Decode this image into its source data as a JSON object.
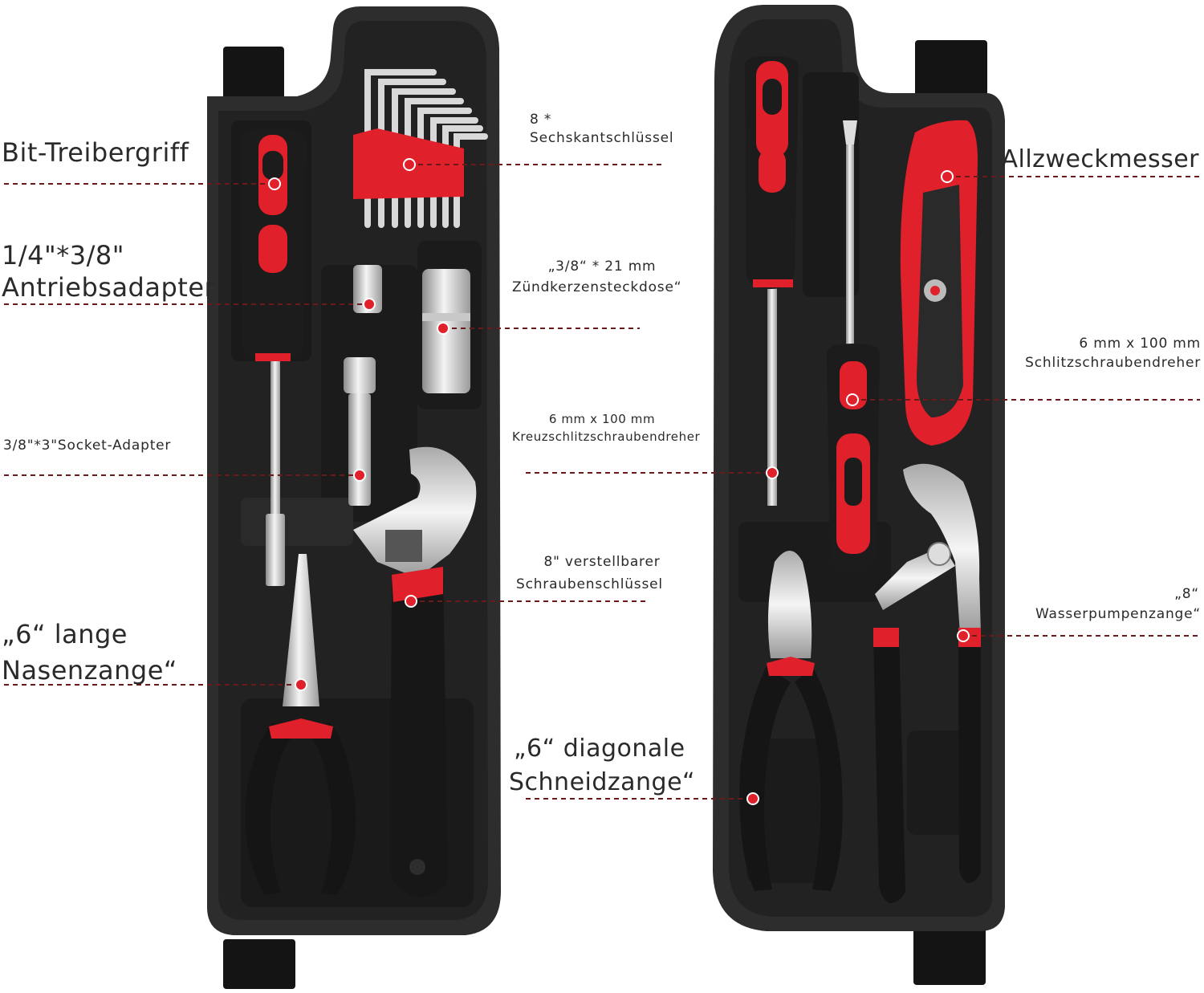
{
  "colors": {
    "accent": "#e0202a",
    "case": "#2b2b2b",
    "tray": "#1f1f1f",
    "leader": "#6a1a1a"
  },
  "labels": {
    "bit_handle": "Bit-Treibergriff",
    "drive_adapter_1": "1/4\"*3/8\"",
    "drive_adapter_2": "Antriebsadapter",
    "socket_adapter": "3/8\"*3\"Socket-Adapter",
    "long_nose_1": "„6“ lange",
    "long_nose_2": "Nasenzange“",
    "hex_keys_1": "8 *",
    "hex_keys_2": "Sechskantschlüssel",
    "spark_socket_1": "„3/8“ * 21 mm",
    "spark_socket_2": "Zündkerzensteckdose“",
    "phillips_1": "6 mm x 100 mm",
    "phillips_2": "Kreuzschlitzschraubendreher",
    "adj_wrench_1": "8\" verstellbarer",
    "adj_wrench_2": "Schraubenschlüssel",
    "diagonal_1": "„6“ diagonale",
    "diagonal_2": "Schneidzange“",
    "utility_knife": "Allzweckmesser",
    "slotted_1": "6 mm x 100 mm",
    "slotted_2": "Schlitzschraubendreher",
    "water_pump_1": "„8“",
    "water_pump_2": "Wasserpumpenzange“"
  },
  "icons": {
    "left_case": "tool-case-left-icon",
    "right_case": "tool-case-right-icon",
    "screwdriver": "screwdriver-icon",
    "hex_key_set": "hex-key-set-icon",
    "socket": "socket-icon",
    "adjustable_wrench": "adjustable-wrench-icon",
    "pliers": "pliers-icon",
    "utility_knife": "utility-knife-icon"
  }
}
